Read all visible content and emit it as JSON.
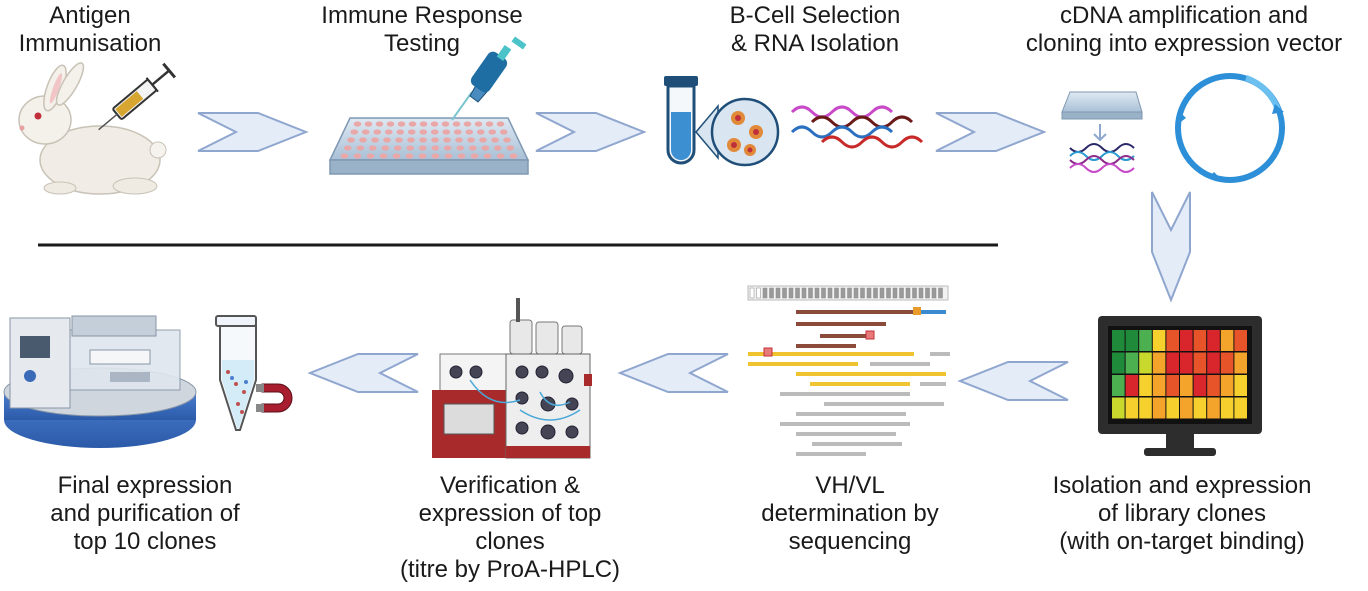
{
  "steps": {
    "s1": {
      "lines": [
        "Antigen",
        "Immunisation"
      ]
    },
    "s2": {
      "lines": [
        "Immune Response",
        "Testing"
      ]
    },
    "s3": {
      "lines": [
        "B-Cell Selection",
        "& RNA Isolation"
      ]
    },
    "s4": {
      "lines": [
        "cDNA amplification and",
        "cloning into expression vector"
      ]
    },
    "s5": {
      "lines": [
        "Isolation and expression",
        "of library clones",
        "(with on-target binding)"
      ]
    },
    "s6": {
      "lines": [
        "VH/VL",
        "determination by",
        "sequencing"
      ]
    },
    "s7": {
      "lines": [
        "Verification &",
        "expression of top",
        "clones",
        "(titre by ProA-HPLC)"
      ]
    },
    "s8": {
      "lines": [
        "Final expression",
        "and purification of",
        "top 10 clones"
      ]
    }
  },
  "colors": {
    "arrow_fill": "#e4ecf8",
    "arrow_stroke": "#8fa6cf",
    "divider": "#1a1a1a",
    "heatmap": [
      "#1e8a3a",
      "#4caf50",
      "#c8d82c",
      "#f6d02c",
      "#f4a42a",
      "#e8542a",
      "#d8262c"
    ]
  },
  "icons": [
    "rabbit-icon",
    "syringe-icon",
    "well-plate-icon",
    "pipette-icon",
    "test-tube-icon",
    "b-cell-icon",
    "rna-strands-icon",
    "plasmid-icon",
    "dna-icon",
    "monitor-heatmap-icon",
    "sequence-alignment-icon",
    "hplc-instrument-icon",
    "microtube-icon",
    "magnet-icon",
    "purification-robot-icon"
  ]
}
